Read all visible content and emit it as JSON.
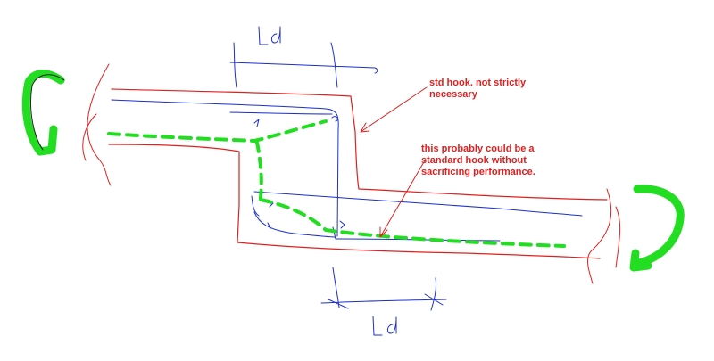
{
  "colors": {
    "outline": "#e02020",
    "bar": "#1a2fd0",
    "strut": "#22dd22",
    "note_text": "#e02020",
    "arrow": "#22dd22",
    "dark_stroke": "#222222"
  },
  "annotations": {
    "hook_note": "std hook.  not strictly\nnecessary",
    "standard_hook_note": "this probably could be a\nstandard hook without\nsacrificing performance.",
    "ld_top": "Ld",
    "ld_bottom": "Ld"
  }
}
